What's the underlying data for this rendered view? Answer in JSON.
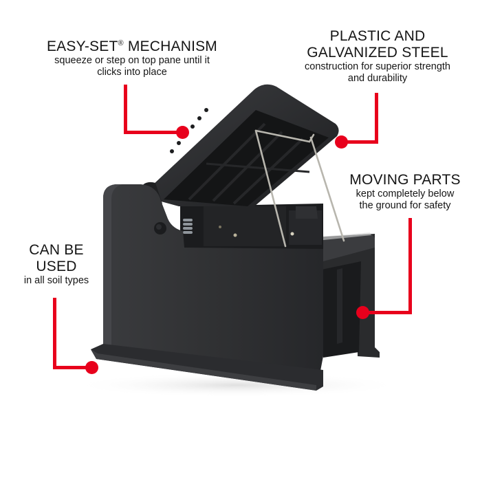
{
  "colors": {
    "accent": "#e8001c",
    "product_body": "#2e2f31",
    "background": "#ffffff",
    "text": "#151515"
  },
  "callouts": [
    {
      "id": "easy-set",
      "title": "EASY-SET",
      "title_mark": "®",
      "title_suffix": " MECHANISM",
      "lines": [
        "squeeze or step on top pane until it",
        "clicks into place"
      ]
    },
    {
      "id": "plastic-steel",
      "title_lines": [
        "PLASTIC AND",
        "GALVANIZED STEEL"
      ],
      "lines": [
        "construction for superior strength",
        "and durability"
      ]
    },
    {
      "id": "moving-parts",
      "title": "MOVING PARTS",
      "lines": [
        "kept completely below",
        "the ground for safety"
      ]
    },
    {
      "id": "soil-types",
      "title_lines": [
        "CAN BE",
        "USED"
      ],
      "lines": [
        "in all soil types"
      ]
    }
  ],
  "product": {
    "name": "mole trap",
    "icon": "product-image"
  }
}
